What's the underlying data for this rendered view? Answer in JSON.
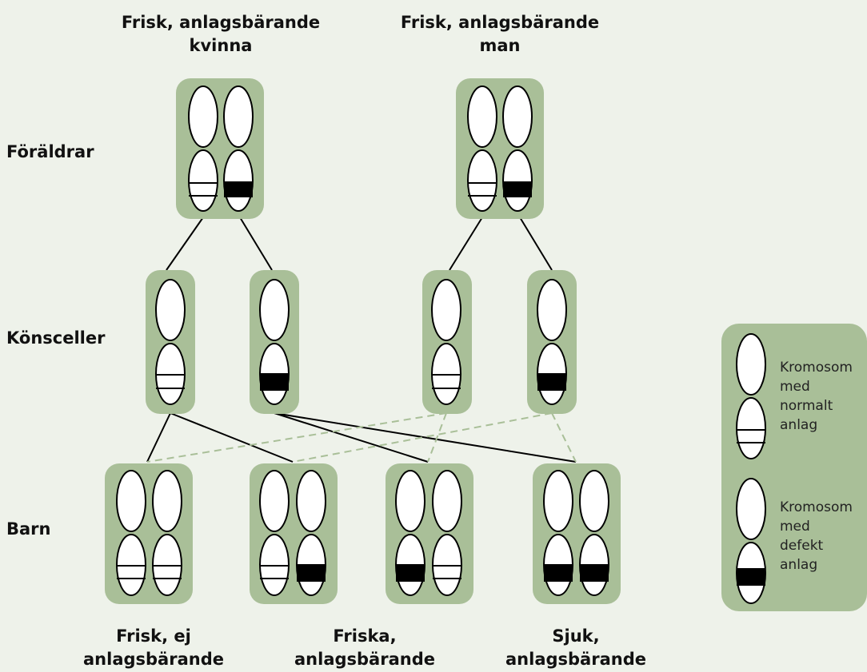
{
  "parents": {
    "female": {
      "label_lines": [
        "Frisk, anlagsbärande",
        "kvinna"
      ]
    },
    "male": {
      "label_lines": [
        "Frisk, anlagsbärande",
        "man"
      ]
    }
  },
  "rows": {
    "parents": "Föräldrar",
    "gametes": "Könsceller",
    "children": "Barn"
  },
  "outcomes": {
    "healthy_noncarrier": [
      "Frisk, ej",
      "anlagsbärande"
    ],
    "healthy_carriers": [
      "Friska,",
      "anlagsbärande"
    ],
    "sick": [
      "Sjuk,",
      "anlagsbärande"
    ]
  },
  "legend": {
    "normal": [
      "Kromosom",
      "med",
      "normalt",
      "anlag"
    ],
    "defect": [
      "Kromosom",
      "med",
      "defekt",
      "anlag"
    ]
  },
  "colors": {
    "background": "#eef2ea",
    "box": "#a9bf98",
    "dashed_line": "#a9bf98"
  }
}
